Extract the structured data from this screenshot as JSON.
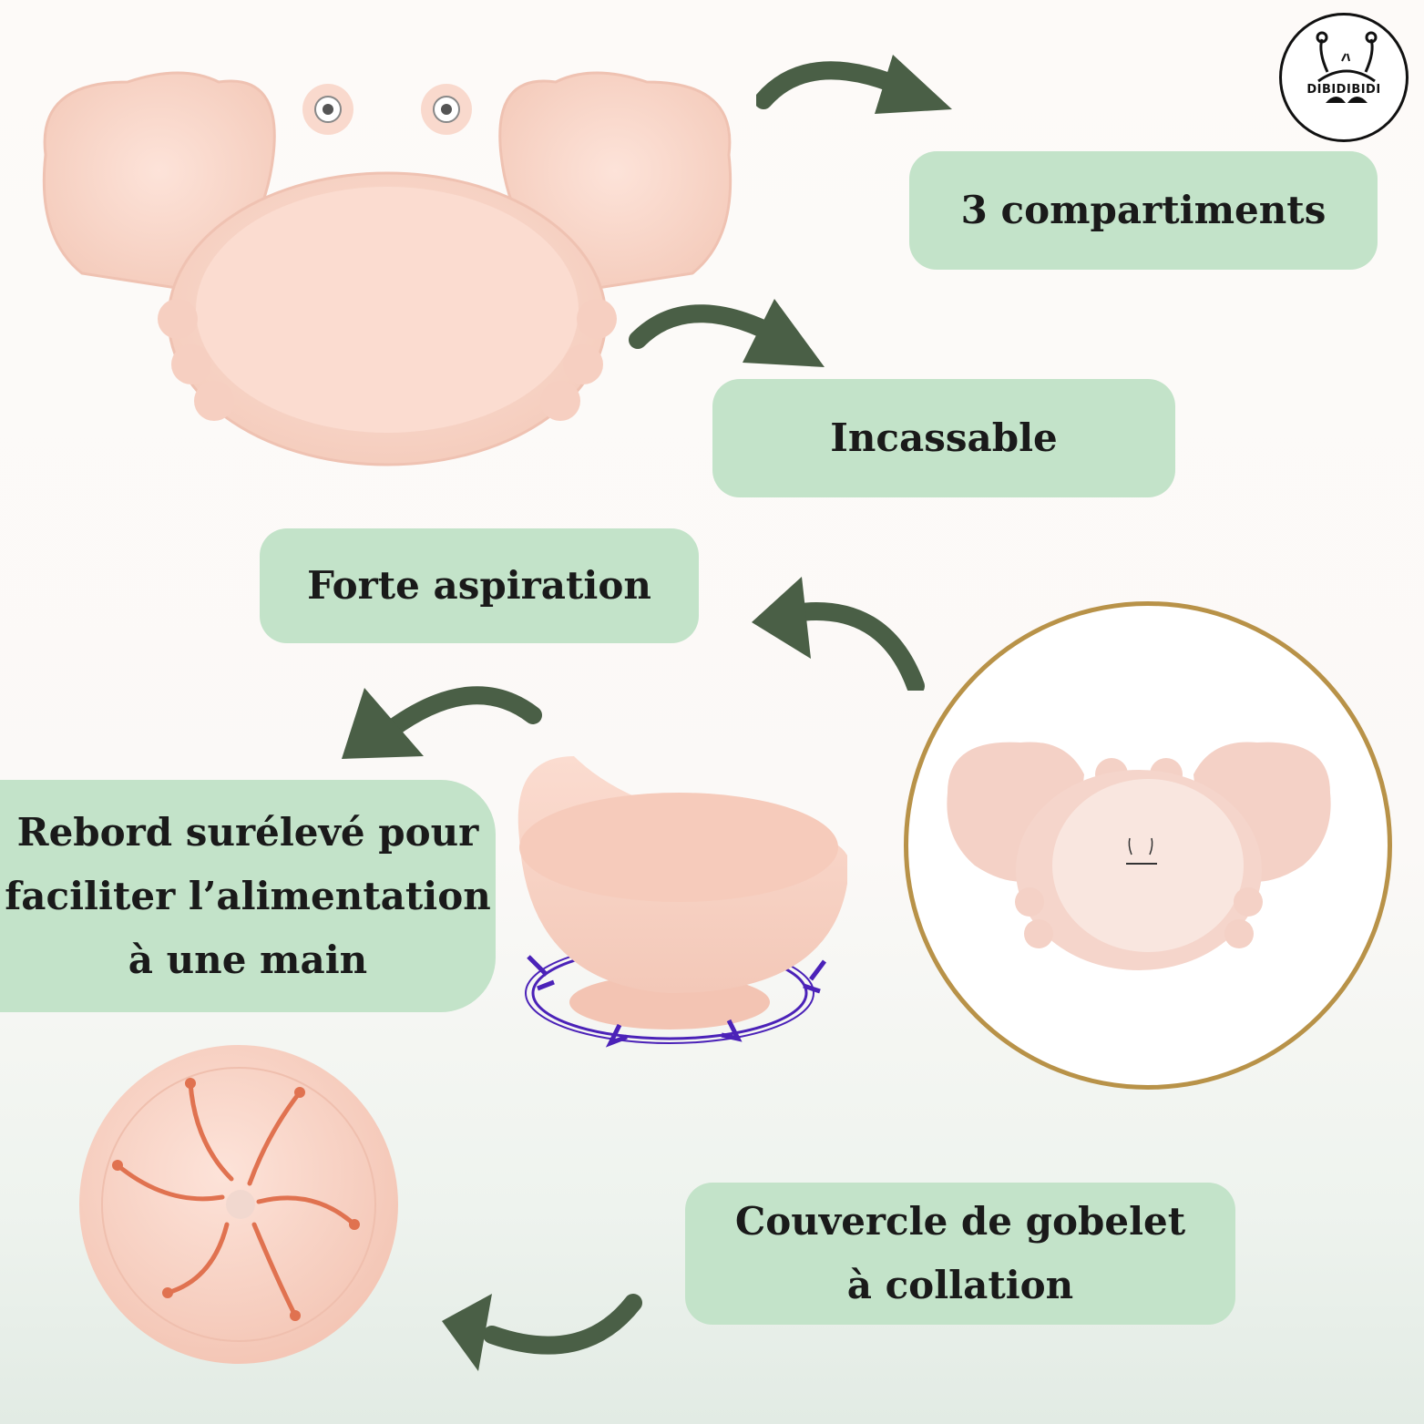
{
  "brand": {
    "logo_text": "DIBIDIBIDI"
  },
  "features": {
    "compartments": "3 compartiments",
    "unbreakable": "Incassable",
    "suction": "Forte aspiration",
    "raised_rim": "Rebord surélevé pour\nfaciliter l’alimentation\nà une main",
    "snack_lid": "Couvercle de gobelet\nà collation"
  },
  "colors": {
    "pill_bg": "#c3e3c9",
    "arrow": "#4a5f46",
    "product_pink": "#f8d5c8",
    "ring_gold": "#b89248",
    "suction_arrows": "#4b22b8"
  }
}
